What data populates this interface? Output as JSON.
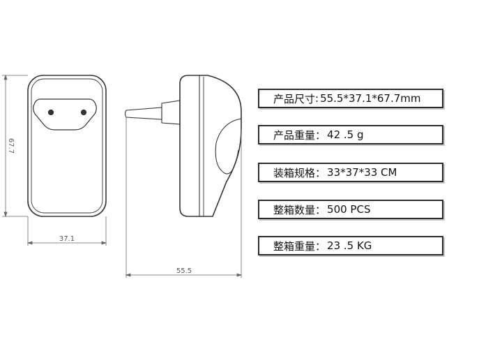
{
  "dimensions": {
    "height": "67.7",
    "width": "37.1",
    "depth": "55.5"
  },
  "specs": [
    {
      "label": "产品尺寸",
      "sep": " :",
      "value": " 55.5*37.1*67.7mm"
    },
    {
      "label": "产品重量",
      "sep": "：",
      "value": " 42 .5 g"
    },
    {
      "label": "装箱规格",
      "sep": "：",
      "value": " 33*37*33 CM"
    },
    {
      "label": "整箱数量",
      "sep": "：",
      "value": "500 PCS"
    },
    {
      "label": "整箱重量",
      "sep": "：",
      "value": " 23 .5 KG"
    }
  ]
}
